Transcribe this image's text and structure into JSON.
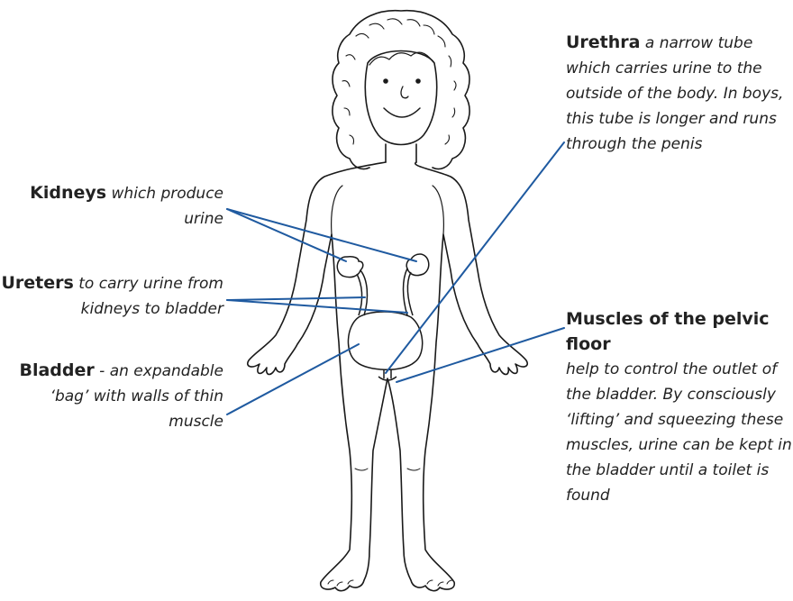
{
  "colors": {
    "leader_line": "#1f5aa0",
    "outline": "#1a1a1a",
    "text": "#222222"
  },
  "labels": {
    "kidneys": {
      "term": "Kidneys",
      "desc": "which produce urine"
    },
    "ureters": {
      "term": "Ureters",
      "desc": "to carry urine from kidneys to bladder"
    },
    "bladder": {
      "term": "Bladder",
      "desc": "- an expandable ‘bag’ with walls of thin muscle"
    },
    "urethra": {
      "term": "Urethra",
      "desc": "a narrow tube which carries urine to the outside of the body.  In boys, this tube is longer and runs through the penis"
    },
    "muscles": {
      "term": "Muscles of the pelvic floor",
      "desc": "help to control the outlet of the bladder. By consciously ‘lifting’ and squeezing these muscles, urine can be kept in the bladder until a toilet is found"
    }
  },
  "illustration": {
    "subject": "child-body-outline-icon"
  }
}
